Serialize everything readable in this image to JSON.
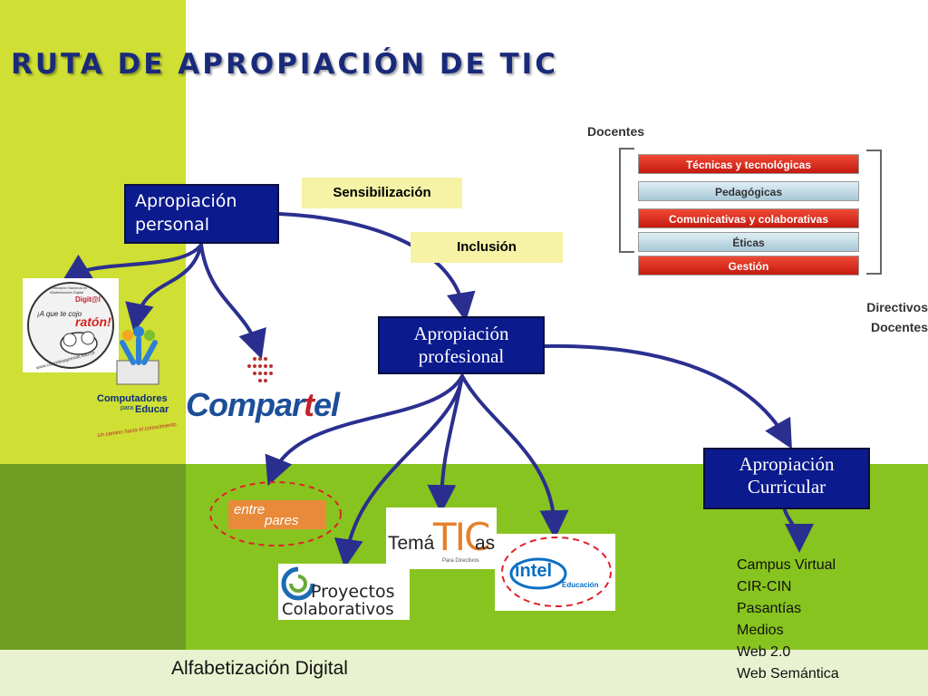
{
  "title": "RUTA DE APROPIACIÓN DE TIC",
  "nodes": {
    "personal": "Apropiación personal",
    "profesional": "Apropiación profesional",
    "curricular": "Apropiación Curricular"
  },
  "labels": {
    "sensibilizacion": "Sensibilización",
    "inclusion": "Inclusión",
    "docentes": "Docentes",
    "directivos_docentes_1": "Directivos",
    "directivos_docentes_2": "Docentes"
  },
  "competencias": [
    "Técnicas y tecnológicas",
    "Pedagógicas",
    "Comunicativas y colaborativas",
    "Éticas",
    "Gestión"
  ],
  "logos": {
    "raton_top": "Formación Nacional en Alfabetización Digital",
    "raton_brand": "Digit@l",
    "raton_slogan": "¡A que te cojo",
    "raton_word": "ratón!",
    "raton_url": "www.colombiaaprende.edu.co",
    "cpe_1": "Computadores",
    "cpe_2": "para",
    "cpe_3": "Educar",
    "cpe_tag": "Un camino hacia el conocimiento",
    "compartel_a": "Compar",
    "compartel_b": "t",
    "compartel_c": "el",
    "entrepares_1": "entre",
    "entrepares_2": "pares",
    "tematicas_a": "Temá",
    "tematicas_b": "TIC",
    "tematicas_c": "as",
    "tematicas_sub": "Para Directivos",
    "proyectos_1": "Proyectos",
    "proyectos_2": "Colaborativos",
    "intel": "intel",
    "intel_sub": "Educación"
  },
  "curricular_items": [
    "Campus Virtual",
    "CIR-CIN",
    "Pasantías",
    "Medios",
    "Web 2.0",
    "Web Semántica"
  ],
  "footer": "Alfabetización Digital",
  "colors": {
    "lime": "#c8dc2a",
    "green": "#8cc425",
    "dark_green": "#6ea01f",
    "navy": "#0b1a8c",
    "arrow": "#2a2f8f"
  }
}
